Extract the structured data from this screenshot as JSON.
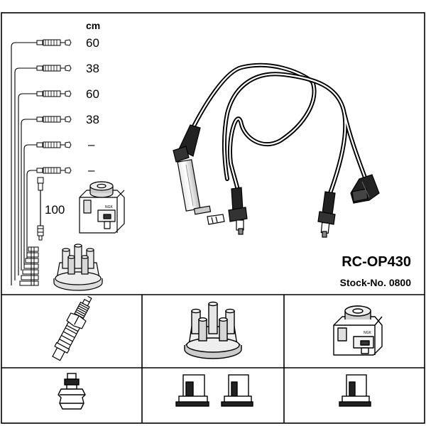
{
  "header": {
    "unit": "cm"
  },
  "leads": [
    {
      "length": "60"
    },
    {
      "length": "38"
    },
    {
      "length": "60"
    },
    {
      "length": "38"
    },
    {
      "length": "–"
    },
    {
      "length": "–"
    }
  ],
  "coil_lead": {
    "length": "100"
  },
  "product": {
    "model": "RC-OP430",
    "stock": "Stock-No. 0800"
  },
  "icons": {
    "coil": "ignition-coil-icon",
    "cap": "distributor-cap-icon",
    "plug": "spark-plug-icon",
    "connector": "plug-connector-icon"
  },
  "colors": {
    "line": "#000000",
    "background": "#ffffff",
    "metal": "#cccccc"
  }
}
